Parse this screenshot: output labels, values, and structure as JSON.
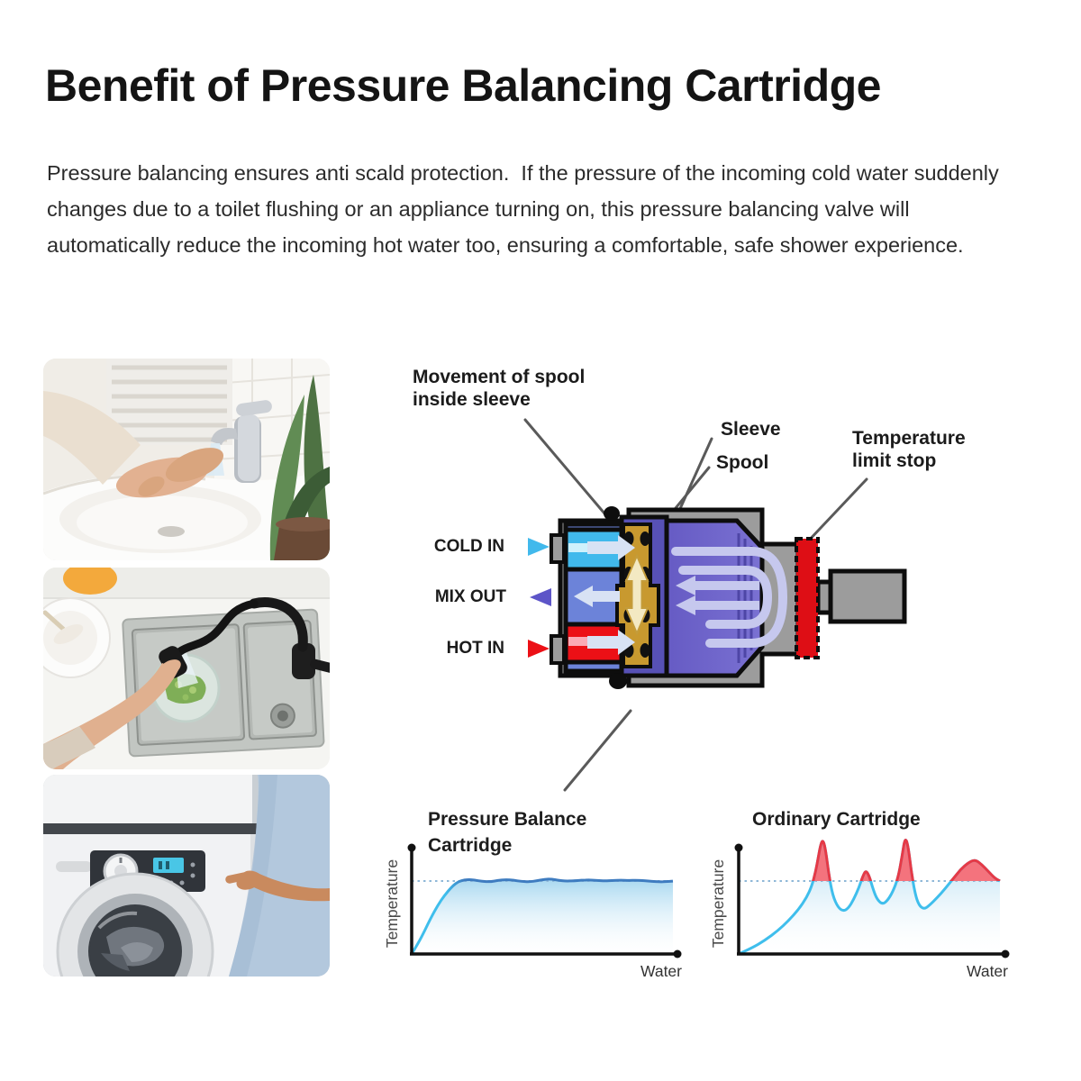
{
  "header": {
    "title": "Benefit of Pressure Balancing Cartridge",
    "description": "Pressure balancing ensures anti scald protection.  If the pressure of the incoming cold water suddenly changes due to a toilet flushing or an appliance turning on, this pressure balancing valve will automatically reduce the incoming hot water too, ensuring a comfortable, safe shower experience."
  },
  "diagram": {
    "movement_label": "Movement of spool inside sleeve",
    "sleeve_label": "Sleeve",
    "spool_label": "Spool",
    "temperature_limit_label": "Temperature limit stop",
    "cold_in_label": "COLD IN",
    "mix_out_label": "MIX OUT",
    "hot_in_label": "HOT IN"
  },
  "colors": {
    "cold_cyan": "#41B9EC",
    "mix_blue": "#6C83D9",
    "mix_arrow": "#5D55C8",
    "hot_red": "#EC1016",
    "body_gray": "#9C9C9C",
    "sleeve_indigo": "#5751B5",
    "chamber_purple": "#6A5EC7",
    "spool_gold": "#C8992F",
    "spool_arrow_cream": "#F3E9C2",
    "flow_arrow_light": "#D8E2F4",
    "chamber_arrow_lavender": "#C6C8EE",
    "limit_stop_red": "#DE0E15",
    "pointer_gray": "#5A5A5A",
    "chart_rise": "#3FBEEC",
    "chart_plateau": "#3E7CC0",
    "chart_fill_top": "#A8D8F0",
    "chart_threshold": "#8FB8D8",
    "chart_over_line": "#E63946",
    "chart_over_fill": "#F4737D"
  },
  "chart_data": [
    {
      "type": "area",
      "title": "Pressure Balance Cartridge",
      "xlabel": "Water",
      "ylabel": "Temperature",
      "threshold": 75,
      "ylim": [
        0,
        125
      ],
      "xlim": [
        0,
        100
      ],
      "grid": false,
      "legend": "none",
      "points": [
        [
          0,
          0
        ],
        [
          2.5,
          11
        ],
        [
          5,
          24
        ],
        [
          7.5,
          38
        ],
        [
          10,
          50
        ],
        [
          12.5,
          60
        ],
        [
          15,
          68
        ],
        [
          17,
          73
        ],
        [
          19,
          75.5
        ],
        [
          21.5,
          76.5
        ],
        [
          24,
          76
        ],
        [
          27,
          74.6
        ],
        [
          30,
          74.2
        ],
        [
          33,
          75.6
        ],
        [
          36,
          76.4
        ],
        [
          39,
          75.8
        ],
        [
          42,
          74.6
        ],
        [
          45,
          74.2
        ],
        [
          48,
          75.2
        ],
        [
          51,
          76.8
        ],
        [
          53.5,
          77
        ],
        [
          56,
          75.8
        ],
        [
          59,
          74.9
        ],
        [
          62,
          75.2
        ],
        [
          65,
          75.8
        ],
        [
          68,
          76.1
        ],
        [
          71,
          75.6
        ],
        [
          74,
          75.2
        ],
        [
          77,
          75.6
        ],
        [
          80,
          75.9
        ],
        [
          83,
          75.5
        ],
        [
          86,
          75.8
        ],
        [
          89,
          75.4
        ],
        [
          92,
          74.6
        ],
        [
          95,
          74.2
        ],
        [
          97.5,
          74.4
        ],
        [
          100,
          74.9
        ]
      ]
    },
    {
      "type": "area",
      "title": "Ordinary Cartridge",
      "xlabel": "Water",
      "ylabel": "Temperature",
      "threshold": 75,
      "ylim": [
        0,
        125
      ],
      "xlim": [
        0,
        100
      ],
      "grid": false,
      "legend": "none",
      "overshoot": true,
      "points": [
        [
          0,
          0
        ],
        [
          5,
          6
        ],
        [
          10,
          14
        ],
        [
          15,
          24
        ],
        [
          19,
          34
        ],
        [
          23,
          46
        ],
        [
          26,
          58
        ],
        [
          28,
          70
        ],
        [
          29.5,
          85
        ],
        [
          30.5,
          100
        ],
        [
          31.5,
          114
        ],
        [
          32.3,
          117
        ],
        [
          33.2,
          108
        ],
        [
          34.5,
          82
        ],
        [
          36,
          60
        ],
        [
          38,
          48
        ],
        [
          40,
          44
        ],
        [
          42,
          47
        ],
        [
          44,
          56
        ],
        [
          46,
          68
        ],
        [
          47.5,
          80
        ],
        [
          48.7,
          86
        ],
        [
          50,
          80
        ],
        [
          51.5,
          66
        ],
        [
          53,
          56
        ],
        [
          55,
          51
        ],
        [
          57,
          55
        ],
        [
          59,
          64
        ],
        [
          61,
          78
        ],
        [
          62.5,
          100
        ],
        [
          63.7,
          120
        ],
        [
          64.8,
          112
        ],
        [
          66,
          86
        ],
        [
          67.5,
          62
        ],
        [
          69,
          50
        ],
        [
          71,
          46
        ],
        [
          73,
          50
        ],
        [
          76,
          58
        ],
        [
          79,
          67
        ],
        [
          82,
          77
        ],
        [
          85,
          87
        ],
        [
          88,
          94
        ],
        [
          90.5,
          97
        ],
        [
          93,
          92
        ],
        [
          95.5,
          85
        ],
        [
          98,
          78
        ],
        [
          100,
          75
        ]
      ]
    }
  ]
}
